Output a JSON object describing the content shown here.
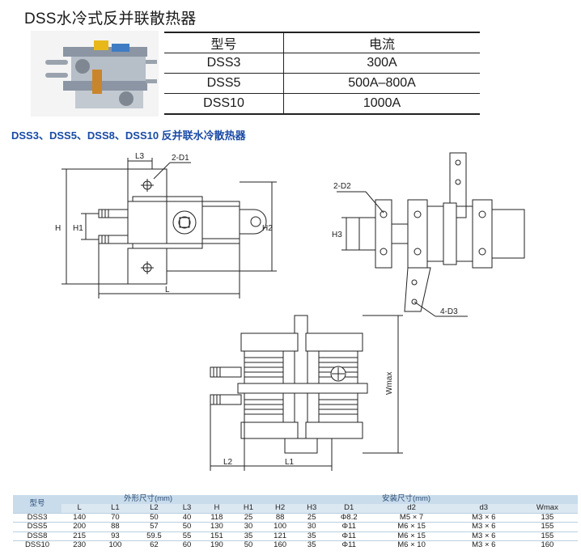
{
  "title": "DSS水冷式反并联散热器",
  "model_table": {
    "headers": [
      "型号",
      "电流"
    ],
    "rows": [
      [
        "DSS3",
        "300A"
      ],
      [
        "DSS5",
        "500A–800A"
      ],
      [
        "DSS10",
        "1000A"
      ]
    ]
  },
  "subtitle": "DSS3、DSS5、DSS8、DSS10 反并联水冷散热器",
  "drawing_labels": {
    "L3": "L3",
    "two_D1": "2-D1",
    "H": "H",
    "H1": "H1",
    "H2": "H2",
    "L": "L",
    "two_D2": "2-D2",
    "H3": "H3",
    "four_D3": "4-D3",
    "Wmax": "Wmax",
    "L2": "L2",
    "L1": "L1"
  },
  "spec_table": {
    "group_model": "型号",
    "group_outer": "外形尺寸(mm)",
    "group_install": "安装尺寸(mm)",
    "columns": [
      "L",
      "L1",
      "L2",
      "L3",
      "H",
      "H1",
      "H2",
      "H3",
      "D1",
      "d2",
      "d3",
      "Wmax"
    ],
    "rows": [
      {
        "model": "DSS3",
        "values": [
          "140",
          "70",
          "50",
          "40",
          "118",
          "25",
          "88",
          "25",
          "Φ8.2",
          "M5 × 7",
          "M3 × 6",
          "135"
        ]
      },
      {
        "model": "DSS5",
        "values": [
          "200",
          "88",
          "57",
          "50",
          "130",
          "30",
          "100",
          "30",
          "Φ11",
          "M6 × 15",
          "M3 × 6",
          "155"
        ]
      },
      {
        "model": "DSS8",
        "values": [
          "215",
          "93",
          "59.5",
          "55",
          "151",
          "35",
          "121",
          "35",
          "Φ11",
          "M6 × 15",
          "M3 × 6",
          "155"
        ]
      },
      {
        "model": "DSS10",
        "values": [
          "230",
          "100",
          "62",
          "60",
          "190",
          "50",
          "160",
          "35",
          "Φ11",
          "M6 × 10",
          "M3 × 6",
          "160"
        ]
      }
    ]
  }
}
